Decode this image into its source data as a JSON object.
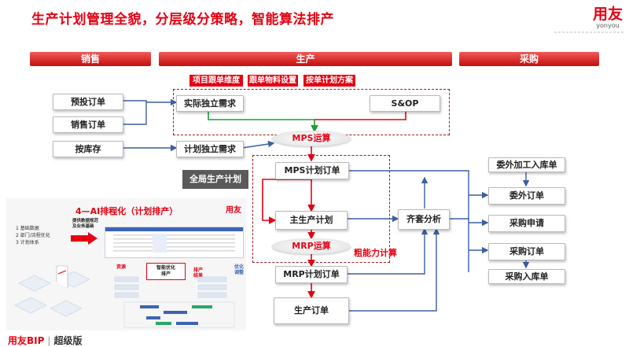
{
  "title": "生产计划管理全貌，分层级分策略，智能算法排产",
  "logo": {
    "cn": "用友",
    "en": "yonyou"
  },
  "headers": {
    "sales": "销售",
    "production": "生产",
    "purchase": "采购"
  },
  "tags": {
    "project": "项目跟单维度",
    "material": "跟单物料设置",
    "order_plan": "按单计划方案"
  },
  "sales_boxes": {
    "forecast": "预投订单",
    "order": "销售订单",
    "stock": "按库存"
  },
  "demand": {
    "actual": "实际独立需求",
    "sop": "S&OP",
    "plan": "计划独立需求"
  },
  "ops": {
    "mps": "MPS运算",
    "mrp": "MRP运算"
  },
  "global_plan": "全局生产计划",
  "plan_boxes": {
    "mps_order": "MPS计划订单",
    "master": "主生产计划",
    "mrp_order": "MRP计划订单",
    "prod_order": "生产订单",
    "kit": "齐套分析"
  },
  "capacity": "粗能力计算",
  "purchase_boxes": {
    "outsource_in": "委外加工入库单",
    "outsource_order": "委外订单",
    "request": "采购申请",
    "po": "采购订单",
    "receipt": "采购入库单"
  },
  "inset": {
    "title": "4—AI排程化（计划排产）",
    "logo": "用友",
    "items": [
      "1 基础数据",
      "2 部门/流程优化",
      "3 计划体系"
    ],
    "arrow_label": "提供数据规范\n及业务基础",
    "center_box": "智能优化\n排产",
    "label_resource": "资源",
    "label_output": "排产\n结果",
    "label_optimize": "优化\n调整"
  },
  "footer": {
    "brand": "用友BIP",
    "edition": "超级版"
  }
}
